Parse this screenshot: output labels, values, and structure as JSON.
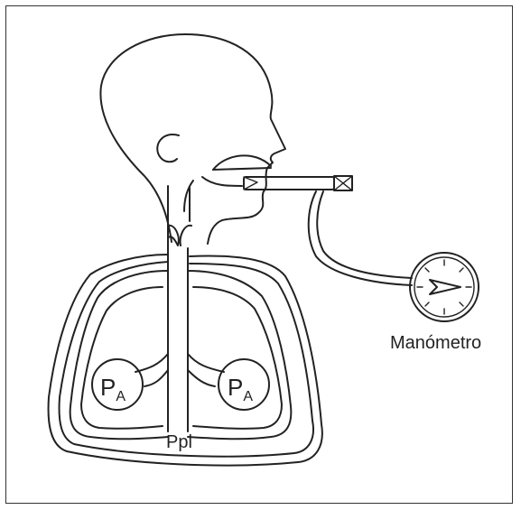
{
  "labels": {
    "alveolar_left": "P",
    "alveolar_left_sub": "A",
    "alveolar_right": "P",
    "alveolar_right_sub": "A",
    "pleural": "Ppl",
    "manometer": "Manómetro"
  },
  "colors": {
    "ink": "#222222",
    "background": "#ffffff"
  },
  "icons": [
    "gauge-icon",
    "valve-icon"
  ]
}
